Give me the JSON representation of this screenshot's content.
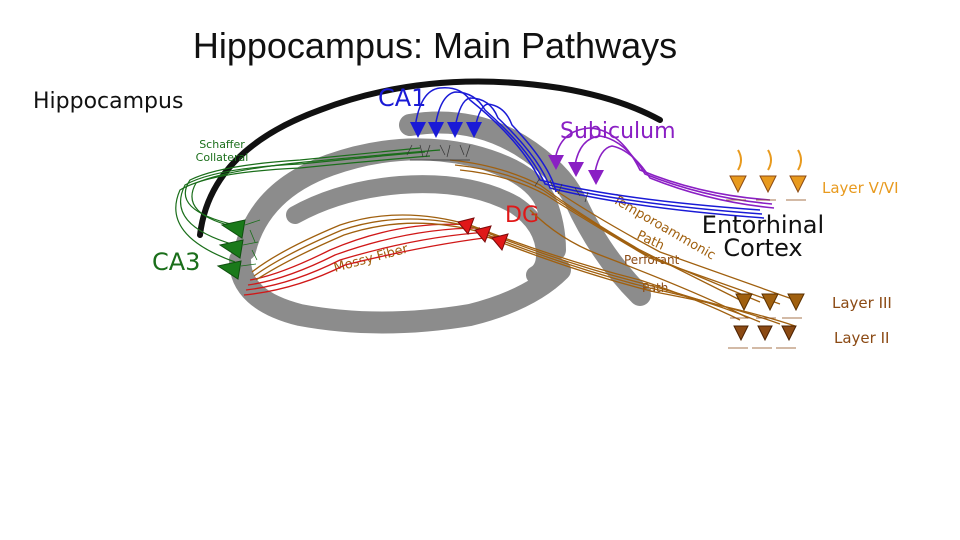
{
  "title": "Hippocampus: Main Pathways",
  "labels": {
    "hippocampus": "Hippocampus",
    "ca1": "CA1",
    "subiculum": "Subiculum",
    "schaffer_line1": "Schaffer",
    "schaffer_line2": "Collateral",
    "ca3": "CA3",
    "dg": "DG",
    "mossy_fiber": "Mossy Fiber",
    "temporoammonic": "Temporoammonic",
    "temporoammonic_path": "Path",
    "perforant": "Perforant",
    "perforant_path": "Path",
    "entorhinal_line1": "Entorhinal",
    "entorhinal_line2": "Cortex",
    "layer_v_vi": "Layer V/VI",
    "layer_iii": "Layer III",
    "layer_ii": "Layer II"
  },
  "colors": {
    "ca1_blue": "#1a1ad6",
    "subiculum_purple": "#8a1fc4",
    "ca3_green": "#1a6e1a",
    "dg_red": "#e01818",
    "path_brown": "#a0600f",
    "layer_orange": "#e89a1e",
    "layer_brown": "#8b4a14",
    "hippocampus_gray": "#8c8c8c"
  }
}
